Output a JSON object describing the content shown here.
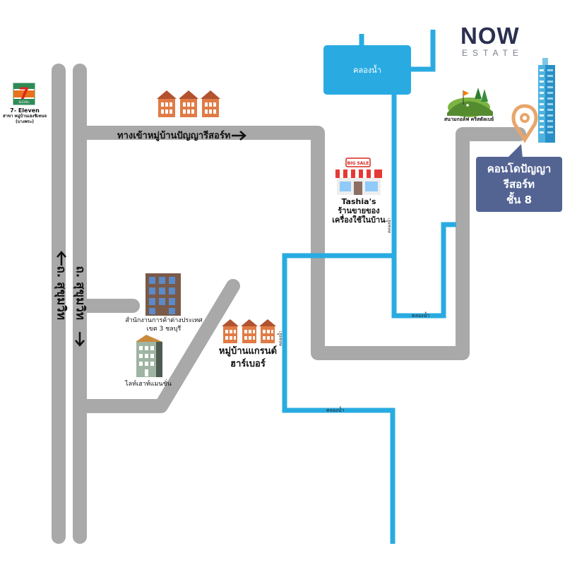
{
  "brand": {
    "logo_text": "NOW",
    "logo_sub": "ESTATE"
  },
  "roads": {
    "sukhumvit_left": "ถ. สุขุมวิท",
    "sukhumvit_right": "ถ. สุขุมวิท",
    "village_entrance": "ทางเข้าหมู่บ้านปัญญารีสอร์ท"
  },
  "canals": {
    "main_pond": "คลองน้ำ",
    "label_a": "คลองน้ำ",
    "label_b": "คลองน้ำ",
    "label_c": "คลองน้ำ",
    "label_d": "คลองน้ำ"
  },
  "landmarks": {
    "seven_eleven_sign": "7",
    "seven_eleven_brand": "ELEVEn",
    "seven_eleven_name": "7- Eleven",
    "seven_eleven_branch_1": "สาขา หมู่บ้านเฮงชิเทนจ",
    "seven_eleven_branch_2": "(บางพระ)",
    "shop_sign": "BIG SALE",
    "shop_name": "Tashia's",
    "shop_desc_1": "ร้านขายของ",
    "shop_desc_2": "เครื่องใช้ในบ้าน",
    "golf": "สนามกอล์ฟ คริสตัลเบย์",
    "office_1": "สำนักงานการค้าต่างประเทศ",
    "office_2": "เขต 3 ชลบุรี",
    "lighthouse": "ไลท์เฮาท์แมนชั่น",
    "grand_harbor_1": "หมู่บ้านแกรนด์",
    "grand_harbor_2": "ฮาร์เบอร์"
  },
  "destination": {
    "line1": "คอนโดปัญญารีสอร์ท",
    "line2": "ชั้น 8"
  },
  "colors": {
    "road": "#a9a9a9",
    "canal": "#29abe2",
    "callout": "#536493",
    "pin": "#e8a66b",
    "house_roof": "#b2522f",
    "house_wall": "#e07b45"
  }
}
